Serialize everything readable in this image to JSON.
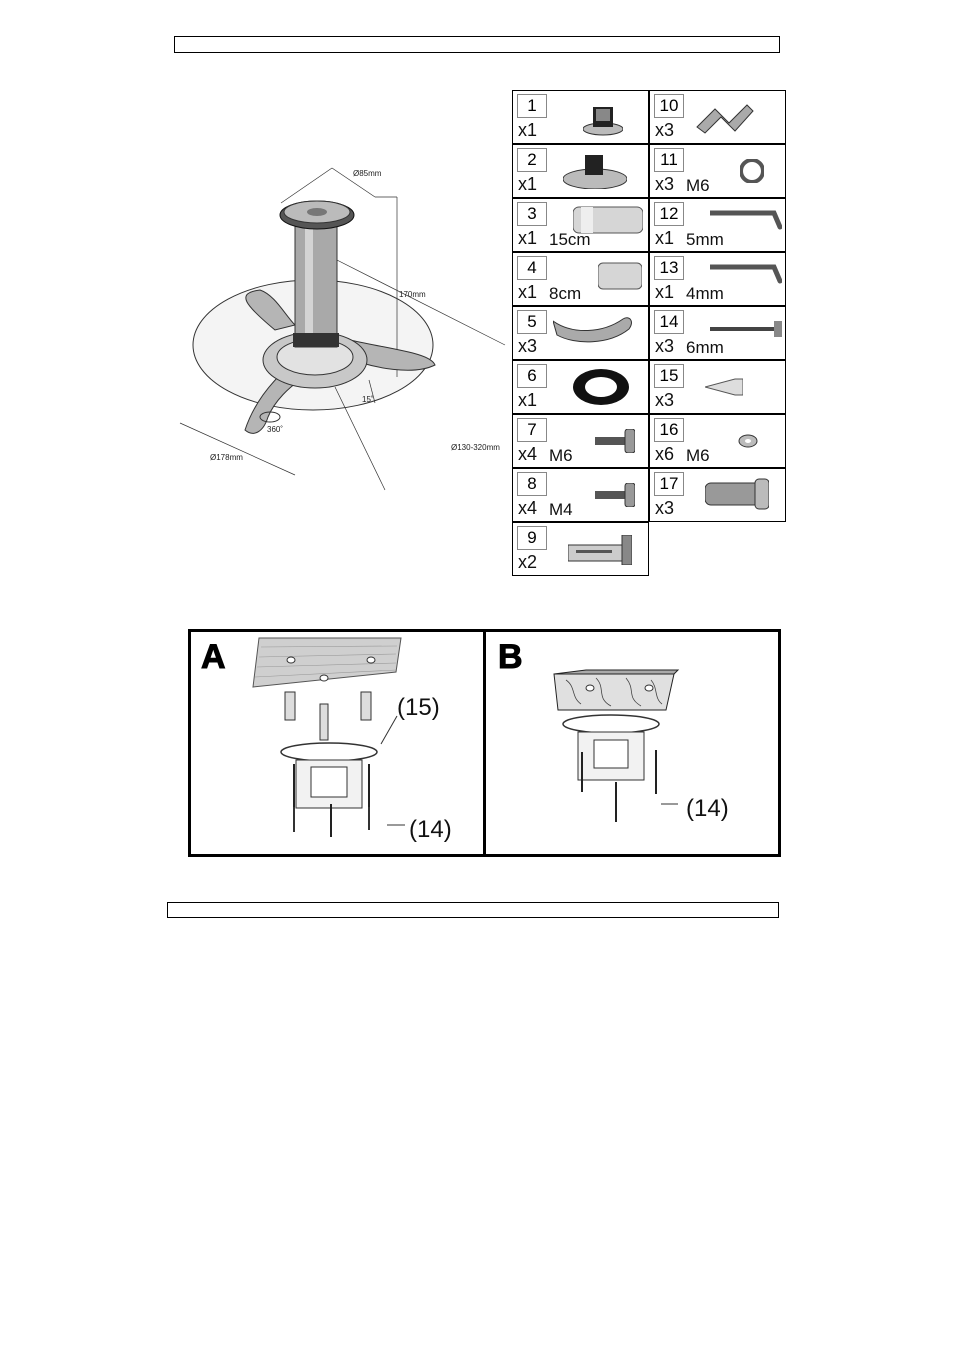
{
  "mount_diagram": {
    "dim_top_diameter": "Ø85mm",
    "dim_height": "170mm",
    "dim_tilt": "15˚",
    "dim_rotation": "360˚",
    "dim_base_diameter": "Ø178mm",
    "dim_range": "Ø130-320mm"
  },
  "parts": [
    {
      "num": "1",
      "qty": "x1",
      "spec": "",
      "icon": "ceiling-plate-with-bracket"
    },
    {
      "num": "10",
      "qty": "x3",
      "spec": "",
      "icon": "angle-bracket"
    },
    {
      "num": "2",
      "qty": "x1",
      "spec": "",
      "icon": "swivel-plate"
    },
    {
      "num": "11",
      "qty": "x3",
      "spec": "M6",
      "icon": "spring-washer"
    },
    {
      "num": "3",
      "qty": "x1",
      "spec": "15cm",
      "icon": "extension-tube"
    },
    {
      "num": "12",
      "qty": "x1",
      "spec": "5mm",
      "icon": "hex-key"
    },
    {
      "num": "4",
      "qty": "x1",
      "spec": "8cm",
      "icon": "short-tube"
    },
    {
      "num": "13",
      "qty": "x1",
      "spec": "4mm",
      "icon": "hex-key"
    },
    {
      "num": "5",
      "qty": "x3",
      "spec": "",
      "icon": "curved-arm"
    },
    {
      "num": "14",
      "qty": "x3",
      "spec": "6mm",
      "icon": "wood-screw"
    },
    {
      "num": "6",
      "qty": "x1",
      "spec": "",
      "icon": "ring-gasket"
    },
    {
      "num": "15",
      "qty": "x3",
      "spec": "",
      "icon": "wall-plug"
    },
    {
      "num": "7",
      "qty": "x4",
      "spec": "M6",
      "icon": "bolt"
    },
    {
      "num": "16",
      "qty": "x6",
      "spec": "M6",
      "icon": "flat-washer"
    },
    {
      "num": "8",
      "qty": "x4",
      "spec": "M4",
      "icon": "bolt"
    },
    {
      "num": "17",
      "qty": "x3",
      "spec": "",
      "icon": "expansion-anchor"
    },
    {
      "num": "9",
      "qty": "x2",
      "spec": "",
      "icon": "slotted-bracket"
    }
  ],
  "assembly": {
    "panel_a": {
      "letter": "A",
      "callout_plugs": "(15)",
      "callout_screws": "(14)"
    },
    "panel_b": {
      "letter": "B",
      "callout_screws": "(14)"
    }
  }
}
